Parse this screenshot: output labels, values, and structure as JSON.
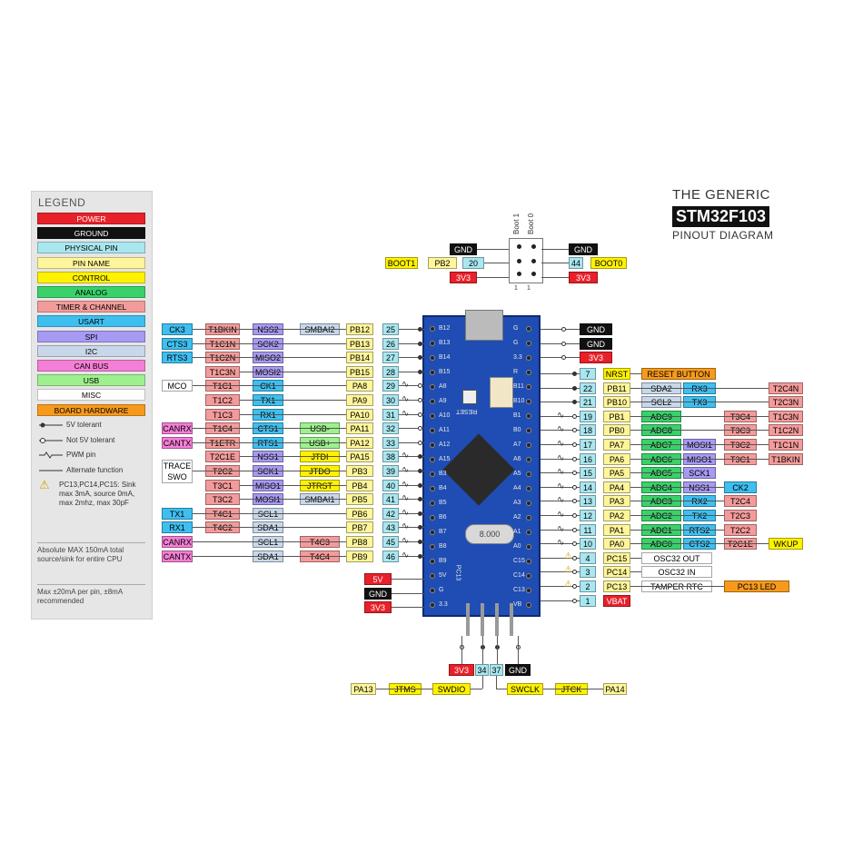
{
  "title": {
    "line1": "THE GENERIC",
    "line2": "STM32F103",
    "line3": "PINOUT DIAGRAM"
  },
  "legend": {
    "title": "LEGEND",
    "items": [
      {
        "label": "POWER",
        "bg": "#e8202a",
        "fg": "#ffffff"
      },
      {
        "label": "GROUND",
        "bg": "#111111",
        "fg": "#ffffff"
      },
      {
        "label": "PHYSICAL PIN",
        "bg": "#a9e7f0",
        "fg": "#000000"
      },
      {
        "label": "PIN NAME",
        "bg": "#fff59a",
        "fg": "#000000"
      },
      {
        "label": "CONTROL",
        "bg": "#fff200",
        "fg": "#000000"
      },
      {
        "label": "ANALOG",
        "bg": "#3ad16a",
        "fg": "#000000"
      },
      {
        "label": "TIMER & CHANNEL",
        "bg": "#f39b9b",
        "fg": "#000000"
      },
      {
        "label": "USART",
        "bg": "#3fbff0",
        "fg": "#000000"
      },
      {
        "label": "SPI",
        "bg": "#a79af3",
        "fg": "#000000"
      },
      {
        "label": "I2C",
        "bg": "#c8d8ea",
        "fg": "#000000"
      },
      {
        "label": "CAN BUS",
        "bg": "#f47fd6",
        "fg": "#000000"
      },
      {
        "label": "USB",
        "bg": "#9ef08e",
        "fg": "#000000"
      },
      {
        "label": "MISC",
        "bg": "#ffffff",
        "fg": "#000000"
      },
      {
        "label": "BOARD HARDWARE",
        "bg": "#f79a1c",
        "fg": "#000000"
      }
    ],
    "symbols": [
      {
        "label": "5V tolerant",
        "kind": "filled"
      },
      {
        "label": "Not 5V tolerant",
        "kind": "open"
      },
      {
        "label": "PWM pin",
        "kind": "pwm"
      },
      {
        "label": "Alternate function",
        "kind": "line"
      }
    ],
    "warning": "PC13,PC14,PC15: Sink max 3mA, source 0mA, max 2mhz, max 30pF",
    "note1": "Absolute MAX 150mA total source/sink for entire CPU",
    "note2": "Max ±20mA per pin, ±8mA recommended"
  },
  "boot": {
    "left": [
      [
        {
          "t": "GND",
          "c": "gnd"
        }
      ],
      [
        {
          "t": "BOOT1",
          "c": "ctl"
        },
        {
          "t": "PB2",
          "c": "name"
        },
        {
          "t": "20",
          "c": "phy"
        }
      ],
      [
        {
          "t": "3V3",
          "c": "pwr"
        }
      ]
    ],
    "right": [
      [
        {
          "t": "GND",
          "c": "gnd"
        }
      ],
      [
        {
          "t": "44",
          "c": "phy"
        },
        {
          "t": "BOOT0",
          "c": "ctl"
        }
      ],
      [
        {
          "t": "3V3",
          "c": "pwr"
        }
      ]
    ],
    "headers": [
      "Boot 1",
      "Boot 0"
    ],
    "col_numbers": [
      "1",
      "1"
    ]
  },
  "left_rows": [
    [
      {
        "t": "CK3",
        "c": "usart"
      },
      {
        "t": "T1BKIN",
        "c": "timer"
      },
      {
        "t": "NSS2",
        "c": "spi"
      },
      {
        "t": "SMBAI2",
        "c": "i2c"
      },
      {
        "t": "PB12",
        "c": "name"
      },
      {
        "t": "25",
        "c": "phy"
      }
    ],
    [
      {
        "t": "CTS3",
        "c": "usart"
      },
      {
        "t": "T1C1N",
        "c": "timer"
      },
      {
        "t": "SCK2",
        "c": "spi"
      },
      {
        "t": "",
        "c": "none"
      },
      {
        "t": "PB13",
        "c": "name"
      },
      {
        "t": "26",
        "c": "phy"
      }
    ],
    [
      {
        "t": "RTS3",
        "c": "usart"
      },
      {
        "t": "T1C2N",
        "c": "timer"
      },
      {
        "t": "MISO2",
        "c": "spi"
      },
      {
        "t": "",
        "c": "none"
      },
      {
        "t": "PB14",
        "c": "name"
      },
      {
        "t": "27",
        "c": "phy"
      }
    ],
    [
      {
        "t": "",
        "c": "none"
      },
      {
        "t": "T1C3N",
        "c": "timer"
      },
      {
        "t": "MOSI2",
        "c": "spi"
      },
      {
        "t": "",
        "c": "none"
      },
      {
        "t": "PB15",
        "c": "name"
      },
      {
        "t": "28",
        "c": "phy"
      }
    ],
    [
      {
        "t": "MCO",
        "c": "misc"
      },
      {
        "t": "T1C1",
        "c": "timer"
      },
      {
        "t": "CK1",
        "c": "usart"
      },
      {
        "t": "",
        "c": "none"
      },
      {
        "t": "PA8",
        "c": "name"
      },
      {
        "t": "29",
        "c": "phy"
      }
    ],
    [
      {
        "t": "",
        "c": "none"
      },
      {
        "t": "T1C2",
        "c": "timer"
      },
      {
        "t": "TX1",
        "c": "usart"
      },
      {
        "t": "",
        "c": "none"
      },
      {
        "t": "PA9",
        "c": "name"
      },
      {
        "t": "30",
        "c": "phy"
      }
    ],
    [
      {
        "t": "",
        "c": "none"
      },
      {
        "t": "T1C3",
        "c": "timer"
      },
      {
        "t": "RX1",
        "c": "usart"
      },
      {
        "t": "",
        "c": "none"
      },
      {
        "t": "PA10",
        "c": "name"
      },
      {
        "t": "31",
        "c": "phy"
      }
    ],
    [
      {
        "t": "CANRX",
        "c": "can"
      },
      {
        "t": "T1C4",
        "c": "timer"
      },
      {
        "t": "CTS1",
        "c": "usart"
      },
      {
        "t": "USB-",
        "c": "usb"
      },
      {
        "t": "PA11",
        "c": "name"
      },
      {
        "t": "32",
        "c": "phy"
      }
    ],
    [
      {
        "t": "CANTX",
        "c": "can"
      },
      {
        "t": "T1ETR",
        "c": "timer"
      },
      {
        "t": "RTS1",
        "c": "usart"
      },
      {
        "t": "USB+",
        "c": "usb"
      },
      {
        "t": "PA12",
        "c": "name"
      },
      {
        "t": "33",
        "c": "phy"
      }
    ],
    [
      {
        "t": "",
        "c": "none"
      },
      {
        "t": "T2C1E",
        "c": "timer"
      },
      {
        "t": "NSS1",
        "c": "spi"
      },
      {
        "t": "JTDI",
        "c": "ctl"
      },
      {
        "t": "PA15",
        "c": "name"
      },
      {
        "t": "38",
        "c": "phy"
      }
    ],
    [
      {
        "t": "TRACE SWO",
        "c": "misc"
      },
      {
        "t": "T2C2",
        "c": "timer"
      },
      {
        "t": "SCK1",
        "c": "spi"
      },
      {
        "t": "JTDO",
        "c": "ctl"
      },
      {
        "t": "PB3",
        "c": "name"
      },
      {
        "t": "39",
        "c": "phy"
      }
    ],
    [
      {
        "t": "",
        "c": "none"
      },
      {
        "t": "T3C1",
        "c": "timer"
      },
      {
        "t": "MISO1",
        "c": "spi"
      },
      {
        "t": "JTRST",
        "c": "ctl"
      },
      {
        "t": "PB4",
        "c": "name"
      },
      {
        "t": "40",
        "c": "phy"
      }
    ],
    [
      {
        "t": "",
        "c": "none"
      },
      {
        "t": "T3C2",
        "c": "timer"
      },
      {
        "t": "MOSI1",
        "c": "spi"
      },
      {
        "t": "SMBAI1",
        "c": "i2c"
      },
      {
        "t": "PB5",
        "c": "name"
      },
      {
        "t": "41",
        "c": "phy"
      }
    ],
    [
      {
        "t": "TX1",
        "c": "usart"
      },
      {
        "t": "T4C1",
        "c": "timer"
      },
      {
        "t": "SCL1",
        "c": "i2c"
      },
      {
        "t": "",
        "c": "none"
      },
      {
        "t": "PB6",
        "c": "name"
      },
      {
        "t": "42",
        "c": "phy"
      }
    ],
    [
      {
        "t": "RX1",
        "c": "usart"
      },
      {
        "t": "T4C2",
        "c": "timer"
      },
      {
        "t": "SDA1",
        "c": "i2c"
      },
      {
        "t": "",
        "c": "none"
      },
      {
        "t": "PB7",
        "c": "name"
      },
      {
        "t": "43",
        "c": "phy"
      }
    ],
    [
      {
        "t": "CANRX",
        "c": "can"
      },
      {
        "t": "",
        "c": "none"
      },
      {
        "t": "SCL1",
        "c": "i2c"
      },
      {
        "t": "T4C3",
        "c": "timer"
      },
      {
        "t": "PB8",
        "c": "name"
      },
      {
        "t": "45",
        "c": "phy"
      }
    ],
    [
      {
        "t": "CANTX",
        "c": "can"
      },
      {
        "t": "",
        "c": "none"
      },
      {
        "t": "SDA1",
        "c": "i2c"
      },
      {
        "t": "T4C4",
        "c": "timer"
      },
      {
        "t": "PB9",
        "c": "name"
      },
      {
        "t": "46",
        "c": "phy"
      }
    ]
  ],
  "left_power": [
    {
      "t": "5V",
      "c": "pwr"
    },
    {
      "t": "GND",
      "c": "gnd"
    },
    {
      "t": "3V3",
      "c": "pwr"
    }
  ],
  "right_top": [
    {
      "t": "GND",
      "c": "gnd"
    },
    {
      "t": "GND",
      "c": "gnd"
    },
    {
      "t": "3V3",
      "c": "pwr"
    }
  ],
  "right_rows": [
    [
      {
        "t": "7",
        "c": "phy"
      },
      {
        "t": "NRST",
        "c": "ctl"
      },
      {
        "t": "RESET BUTTON",
        "c": "board"
      },
      {
        "t": "",
        "c": "none"
      },
      {
        "t": "",
        "c": "none"
      },
      {
        "t": "",
        "c": "none"
      }
    ],
    [
      {
        "t": "22",
        "c": "phy"
      },
      {
        "t": "PB11",
        "c": "name"
      },
      {
        "t": "SDA2",
        "c": "i2c"
      },
      {
        "t": "RX3",
        "c": "usart"
      },
      {
        "t": "",
        "c": "none"
      },
      {
        "t": "T2C4N",
        "c": "timer"
      }
    ],
    [
      {
        "t": "21",
        "c": "phy"
      },
      {
        "t": "PB10",
        "c": "name"
      },
      {
        "t": "SCL2",
        "c": "i2c"
      },
      {
        "t": "TX3",
        "c": "usart"
      },
      {
        "t": "",
        "c": "none"
      },
      {
        "t": "T2C3N",
        "c": "timer"
      }
    ],
    [
      {
        "t": "19",
        "c": "phy"
      },
      {
        "t": "PB1",
        "c": "name"
      },
      {
        "t": "ADC9",
        "c": "analog"
      },
      {
        "t": "",
        "c": "none"
      },
      {
        "t": "T3C4",
        "c": "timer"
      },
      {
        "t": "T1C3N",
        "c": "timer"
      }
    ],
    [
      {
        "t": "18",
        "c": "phy"
      },
      {
        "t": "PB0",
        "c": "name"
      },
      {
        "t": "ADC8",
        "c": "analog"
      },
      {
        "t": "",
        "c": "none"
      },
      {
        "t": "T3C3",
        "c": "timer"
      },
      {
        "t": "T1C2N",
        "c": "timer"
      }
    ],
    [
      {
        "t": "17",
        "c": "phy"
      },
      {
        "t": "PA7",
        "c": "name"
      },
      {
        "t": "ADC7",
        "c": "analog"
      },
      {
        "t": "MOSI1",
        "c": "spi"
      },
      {
        "t": "T3C2",
        "c": "timer"
      },
      {
        "t": "T1C1N",
        "c": "timer"
      }
    ],
    [
      {
        "t": "16",
        "c": "phy"
      },
      {
        "t": "PA6",
        "c": "name"
      },
      {
        "t": "ADC6",
        "c": "analog"
      },
      {
        "t": "MISO1",
        "c": "spi"
      },
      {
        "t": "T3C1",
        "c": "timer"
      },
      {
        "t": "T1BKIN",
        "c": "timer"
      }
    ],
    [
      {
        "t": "15",
        "c": "phy"
      },
      {
        "t": "PA5",
        "c": "name"
      },
      {
        "t": "ADC5",
        "c": "analog"
      },
      {
        "t": "SCK1",
        "c": "spi"
      },
      {
        "t": "",
        "c": "none"
      },
      {
        "t": "",
        "c": "none"
      }
    ],
    [
      {
        "t": "14",
        "c": "phy"
      },
      {
        "t": "PA4",
        "c": "name"
      },
      {
        "t": "ADC4",
        "c": "analog"
      },
      {
        "t": "NSS1",
        "c": "spi"
      },
      {
        "t": "CK2",
        "c": "usart"
      },
      {
        "t": "",
        "c": "none"
      }
    ],
    [
      {
        "t": "13",
        "c": "phy"
      },
      {
        "t": "PA3",
        "c": "name"
      },
      {
        "t": "ADC3",
        "c": "analog"
      },
      {
        "t": "RX2",
        "c": "usart"
      },
      {
        "t": "T2C4",
        "c": "timer"
      },
      {
        "t": "",
        "c": "none"
      }
    ],
    [
      {
        "t": "12",
        "c": "phy"
      },
      {
        "t": "PA2",
        "c": "name"
      },
      {
        "t": "ADC2",
        "c": "analog"
      },
      {
        "t": "TX2",
        "c": "usart"
      },
      {
        "t": "T2C3",
        "c": "timer"
      },
      {
        "t": "",
        "c": "none"
      }
    ],
    [
      {
        "t": "11",
        "c": "phy"
      },
      {
        "t": "PA1",
        "c": "name"
      },
      {
        "t": "ADC1",
        "c": "analog"
      },
      {
        "t": "RTS2",
        "c": "usart"
      },
      {
        "t": "T2C2",
        "c": "timer"
      },
      {
        "t": "",
        "c": "none"
      }
    ],
    [
      {
        "t": "10",
        "c": "phy"
      },
      {
        "t": "PA0",
        "c": "name"
      },
      {
        "t": "ADC0",
        "c": "analog"
      },
      {
        "t": "CTS2",
        "c": "usart"
      },
      {
        "t": "T2C1E",
        "c": "timer"
      },
      {
        "t": "WKUP",
        "c": "ctl"
      }
    ],
    [
      {
        "t": "4",
        "c": "phy"
      },
      {
        "t": "PC15",
        "c": "name"
      },
      {
        "t": "OSC32 OUT",
        "c": "misc"
      },
      {
        "t": "",
        "c": "none"
      },
      {
        "t": "",
        "c": "none"
      },
      {
        "t": "",
        "c": "none"
      }
    ],
    [
      {
        "t": "3",
        "c": "phy"
      },
      {
        "t": "PC14",
        "c": "name"
      },
      {
        "t": "OSC32 IN",
        "c": "misc"
      },
      {
        "t": "",
        "c": "none"
      },
      {
        "t": "",
        "c": "none"
      },
      {
        "t": "",
        "c": "none"
      }
    ],
    [
      {
        "t": "2",
        "c": "phy"
      },
      {
        "t": "PC13",
        "c": "name"
      },
      {
        "t": "TAMPER RTC",
        "c": "misc"
      },
      {
        "t": "",
        "c": "none"
      },
      {
        "t": "PC13 LED",
        "c": "board"
      },
      {
        "t": "",
        "c": "none"
      }
    ],
    [
      {
        "t": "1",
        "c": "phy"
      },
      {
        "t": "VBAT",
        "c": "pwr"
      },
      {
        "t": "",
        "c": "none"
      },
      {
        "t": "",
        "c": "none"
      },
      {
        "t": "",
        "c": "none"
      },
      {
        "t": "",
        "c": "none"
      }
    ]
  ],
  "swd_top": [
    {
      "t": "3V3",
      "c": "pwr"
    },
    {
      "t": "34",
      "c": "phy"
    },
    {
      "t": "37",
      "c": "phy"
    },
    {
      "t": "GND",
      "c": "gnd"
    }
  ],
  "swd_bottom_left": [
    {
      "t": "PA13",
      "c": "name"
    },
    {
      "t": "JTMS",
      "c": "ctl"
    },
    {
      "t": "SWDIO",
      "c": "ctl"
    }
  ],
  "swd_bottom_right": [
    {
      "t": "SWCLK",
      "c": "ctl"
    },
    {
      "t": "JTCK",
      "c": "ctl"
    },
    {
      "t": "PA14",
      "c": "name"
    }
  ],
  "board_silk": {
    "left": [
      "B12",
      "B13",
      "B14",
      "B15",
      "A8",
      "A9",
      "A10",
      "A11",
      "A12",
      "A15",
      "B3",
      "B4",
      "B5",
      "B6",
      "B7",
      "B8",
      "B9",
      "5V",
      "G",
      "3.3"
    ],
    "right": [
      "G",
      "G",
      "3.3",
      "R",
      "B11",
      "B10",
      "B1",
      "B0",
      "A7",
      "A6",
      "A5",
      "A4",
      "A3",
      "A2",
      "A1",
      "A0",
      "C15",
      "C14",
      "C13",
      "VB"
    ],
    "reset": "RESET",
    "crystal": "8.000",
    "pc13": "PC13"
  },
  "colors": {
    "pwr": "#e8202a",
    "gnd": "#111111",
    "phy": "#a9e7f0",
    "name": "#fff59a",
    "ctl": "#fff200",
    "analog": "#3ad16a",
    "timer": "#f39b9b",
    "usart": "#3fbff0",
    "spi": "#a79af3",
    "i2c": "#c8d8ea",
    "can": "#f47fd6",
    "usb": "#9ef08e",
    "misc": "#ffffff",
    "board": "#f79a1c"
  }
}
